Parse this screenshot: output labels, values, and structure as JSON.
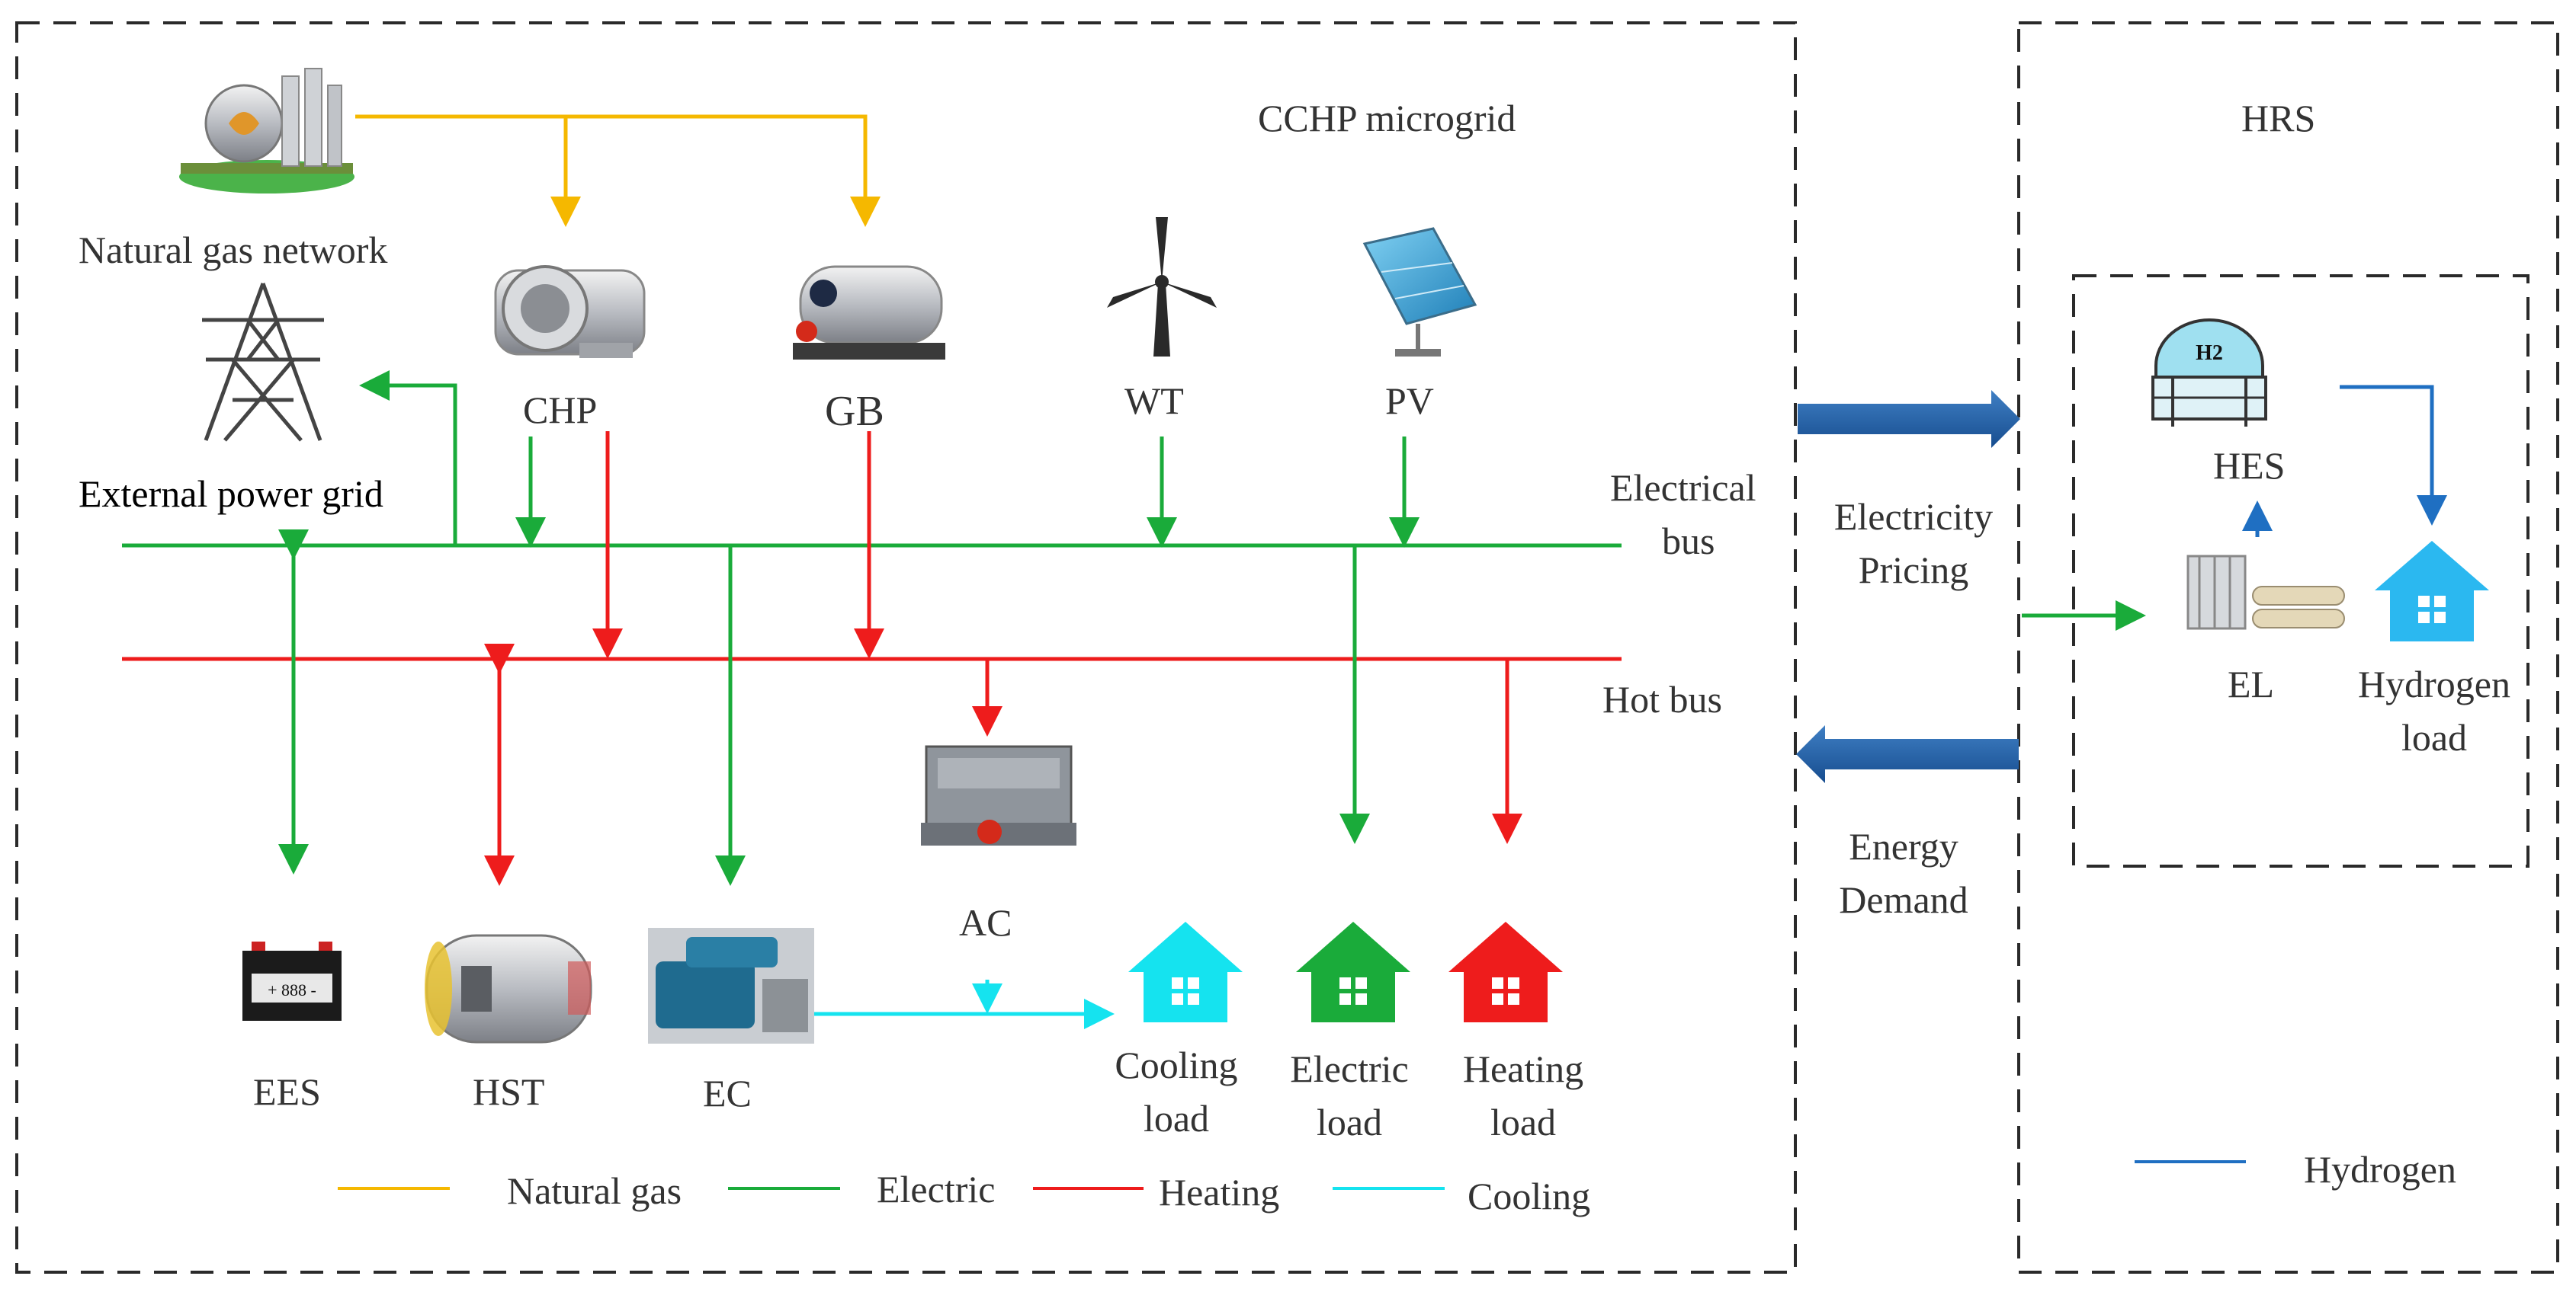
{
  "colors": {
    "gas": "#f5b800",
    "electric": "#1aab3a",
    "heating": "#ee1c1c",
    "cooling": "#15e3ef",
    "hydrogen": "#1f6fc2",
    "interface_arrow": "#1f5fa6",
    "frame": "#2a2a2a",
    "text": "#333333"
  },
  "regions": {
    "microgrid_title": "CCHP microgrid",
    "hrs_title": "HRS"
  },
  "buses": {
    "electrical_line1": "Electrical",
    "electrical_line2": "bus",
    "hot": "Hot bus"
  },
  "components": {
    "gas_network": "Natural gas network",
    "power_grid": "External power grid",
    "chp": "CHP",
    "gb": "GB",
    "wt": "WT",
    "pv": "PV",
    "ac": "AC",
    "ees": "EES",
    "hst": "HST",
    "ec": "EC",
    "hes": "HES",
    "el": "EL"
  },
  "loads": {
    "cooling": [
      "Cooling",
      "load"
    ],
    "electric": [
      "Electric",
      "load"
    ],
    "heating": [
      "Heating",
      "load"
    ],
    "hydrogen": [
      "Hydrogen",
      "load"
    ]
  },
  "interface": {
    "pricing": [
      "Electricity",
      "Pricing"
    ],
    "demand": [
      "Energy",
      "Demand"
    ]
  },
  "h2_mark": "H2",
  "battery_display": "+ 888 -",
  "legend": {
    "gas": "Natural gas",
    "electric": "Electric",
    "heating": "Heating",
    "cooling": "Cooling",
    "hydrogen": "Hydrogen"
  }
}
